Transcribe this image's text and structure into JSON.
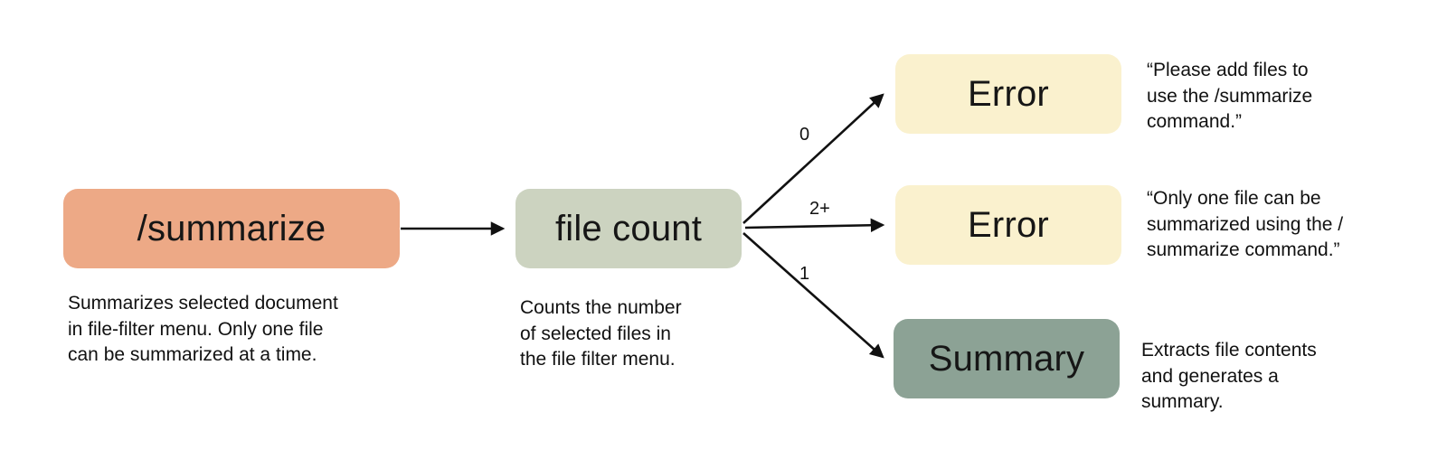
{
  "diagram": {
    "background": "#ffffff",
    "arrow_color": "#111111"
  },
  "nodes": {
    "summarize": {
      "label": "/summarize",
      "color": "#eda986",
      "caption": "Summarizes selected document\nin file-filter menu. Only one file\ncan be summarized at a time."
    },
    "file_count": {
      "label": "file count",
      "color": "#ccd3c0",
      "caption": "Counts the number\nof selected files in\nthe file filter menu."
    },
    "error_zero": {
      "label": "Error",
      "color": "#faf1ce",
      "caption": "“Please add files to\nuse the /summarize\ncommand.”"
    },
    "error_multi": {
      "label": "Error",
      "color": "#faf1ce",
      "caption": "“Only one file can be\nsummarized using the /\nsummarize command.”"
    },
    "summary": {
      "label": "Summary",
      "color": "#8ca295",
      "caption": "Extracts file contents\nand generates a\nsummary."
    }
  },
  "edges": {
    "zero": {
      "label": "0"
    },
    "multi": {
      "label": "2+"
    },
    "one": {
      "label": "1"
    }
  }
}
